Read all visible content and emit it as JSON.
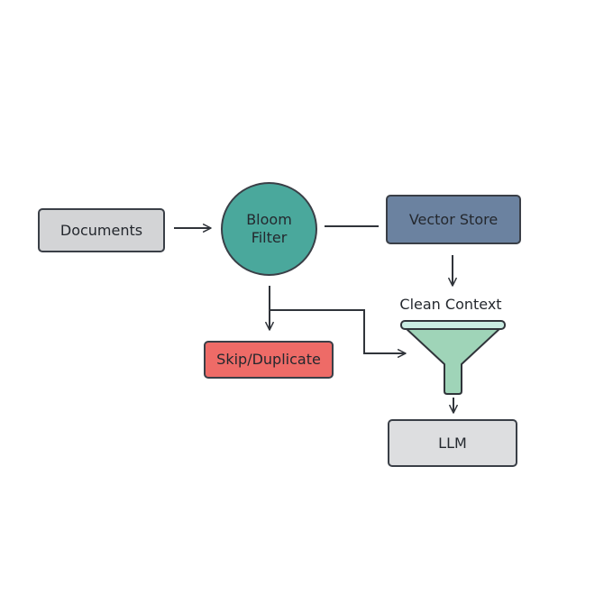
{
  "nodes": {
    "documents": {
      "label": "Documents",
      "fill": "#d3d4d6"
    },
    "bloom_filter": {
      "label": "Bloom Filter",
      "fill": "#4aa89c"
    },
    "vector_store": {
      "label": "Vector Store",
      "fill": "#6b82a0"
    },
    "skip_duplicate": {
      "label": "Skip/Duplicate",
      "fill": "#ee6b67"
    },
    "llm": {
      "label": "LLM",
      "fill": "#dddee0"
    }
  },
  "labels": {
    "clean_context": "Clean Context"
  },
  "funnel": {
    "icon": "funnel-icon",
    "fill": "#9fd4b8",
    "rim_fill": "#c9ece2"
  },
  "colors": {
    "line": "#30343a"
  }
}
